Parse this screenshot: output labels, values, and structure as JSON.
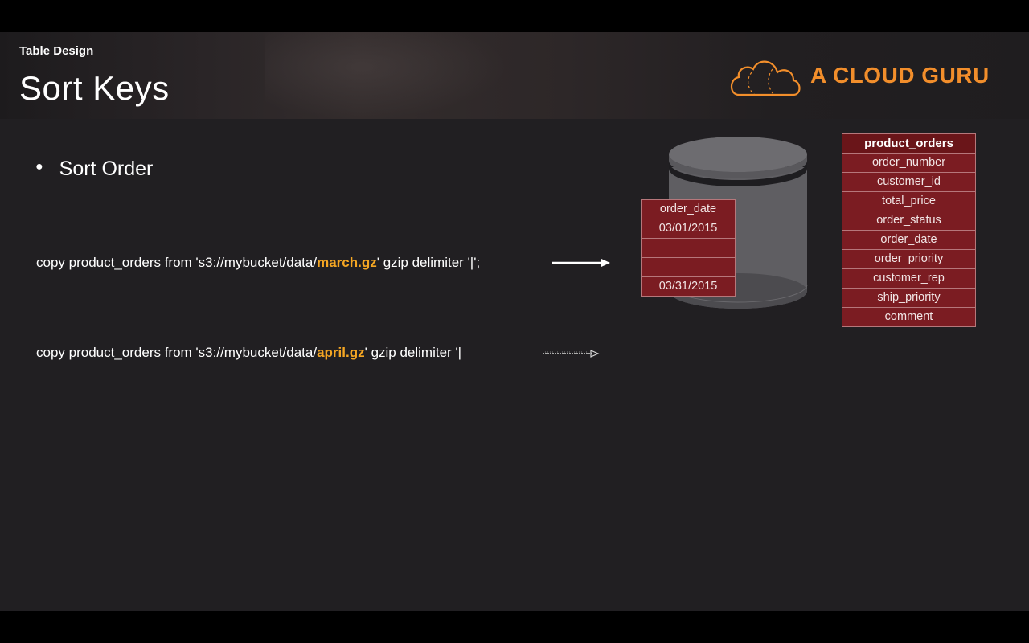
{
  "header": {
    "section": "Table Design",
    "title": "Sort Keys",
    "logo_text": "A CLOUD GURU",
    "logo_icon": "cloud-icon",
    "brand_color": "#f28e2b"
  },
  "bullets": [
    "Sort Order"
  ],
  "commands": [
    {
      "prefix": "copy product_orders from 's3://mybucket/data/",
      "highlight": "march.gz",
      "suffix": "'  gzip delimiter '|';"
    },
    {
      "prefix": "copy product_orders from 's3://mybucket/data/",
      "highlight": "april.gz",
      "suffix": "'  gzip delimiter '|"
    }
  ],
  "sort_stack": {
    "header": "order_date",
    "rows": [
      "03/01/2015",
      "",
      "",
      "03/31/2015"
    ]
  },
  "table": {
    "name": "product_orders",
    "columns": [
      "order_number",
      "customer_id",
      "total_price",
      "order_status",
      "order_date",
      "order_priority",
      "customer_rep",
      "ship_priority",
      "comment"
    ]
  },
  "colors": {
    "highlight": "#f5a623",
    "table_fill": "#7b1c22",
    "slide_bg": "#211f22"
  }
}
